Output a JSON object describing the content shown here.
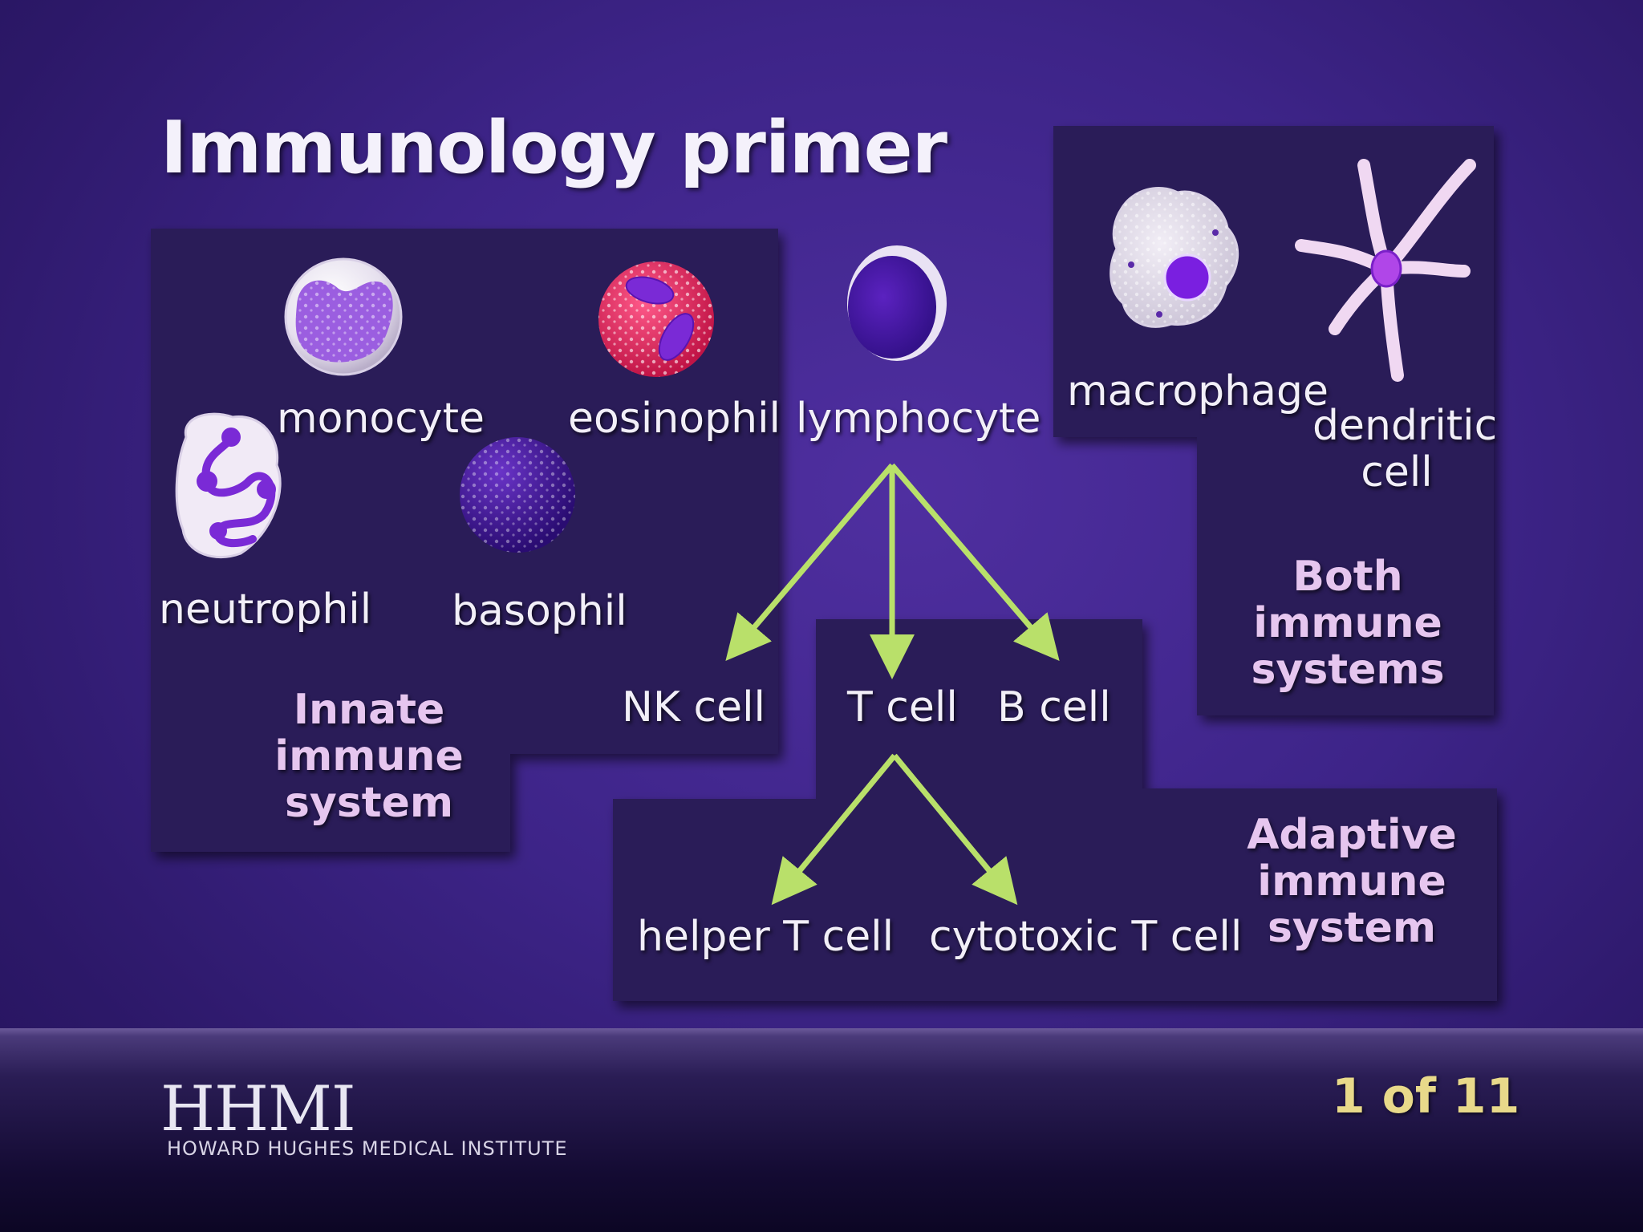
{
  "title": "Immunology primer",
  "cells": {
    "monocyte": "monocyte",
    "eosinophil": "eosinophil",
    "neutrophil": "neutrophil",
    "basophil": "basophil",
    "lymphocyte": "lymphocyte",
    "macrophage": "macrophage",
    "dendritic_line1": "dendritic",
    "dendritic_line2": "cell",
    "nk_cell": "NK cell",
    "t_cell": "T cell",
    "b_cell": "B cell",
    "helper_t_cell": "helper T cell",
    "cytotoxic_t_cell": "cytotoxic T cell"
  },
  "groups": {
    "innate": [
      "Innate",
      "immune",
      "system"
    ],
    "both": [
      "Both immune",
      "systems"
    ],
    "adaptive": [
      "Adaptive",
      "immune",
      "system"
    ]
  },
  "footer": {
    "logo": "HHMI",
    "institute": "HOWARD HUGHES MEDICAL INSTITUTE",
    "page": "1 of 11"
  },
  "colors": {
    "background": "#3d2488",
    "panel": "#2c1f58",
    "arrow": "#b9e06a",
    "group_label": "#e6c6ef",
    "page_number": "#e8d98a"
  }
}
